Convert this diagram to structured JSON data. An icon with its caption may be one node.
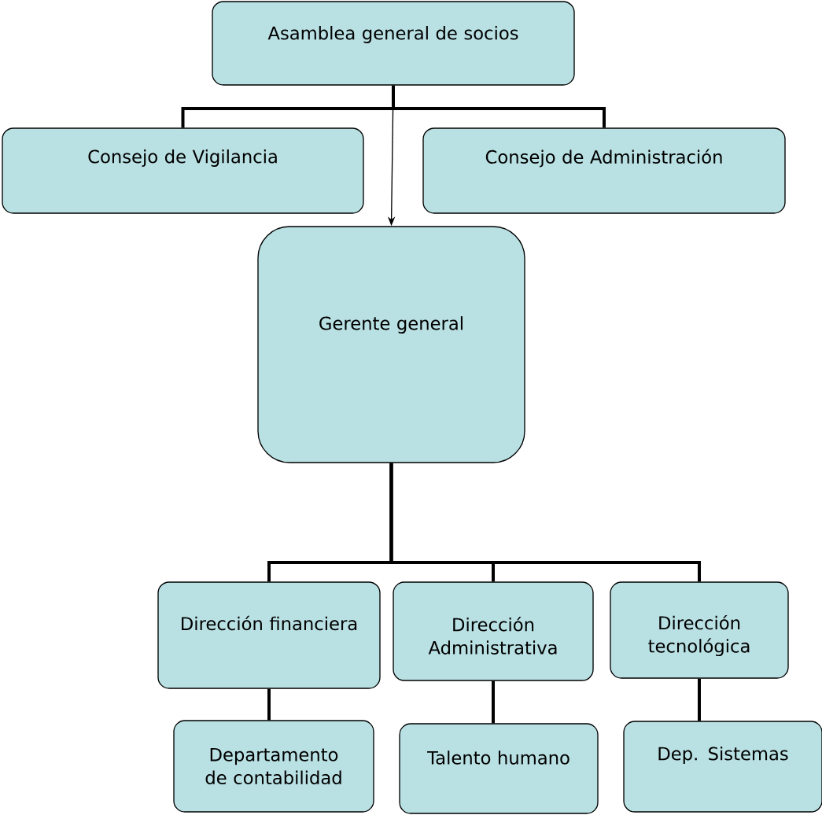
{
  "diagram": {
    "nodes": [
      {
        "text": [
          "Asamblea general de socios"
        ]
      },
      {
        "text": [
          "Consejo de Vigilancia"
        ]
      },
      {
        "text": [
          "Consejo de Administración"
        ]
      },
      {
        "text": [
          "Gerente general"
        ]
      },
      {
        "text": [
          "Dirección financiera"
        ]
      },
      {
        "text": [
          "Dirección Administrativa"
        ]
      },
      {
        "text": [
          "Dirección tecnológica"
        ]
      },
      {
        "text": [
          "Departamento de contabilidad"
        ]
      },
      {
        "text": [
          "Talento humano"
        ]
      },
      {
        "text": [
          "Dep. Sistemas"
        ]
      }
    ],
    "edges": [
      {
        "from": 0,
        "to": 1,
        "arrow": "none"
      },
      {
        "from": 0,
        "to": 2,
        "arrow": "none"
      },
      {
        "from": 0,
        "to": 3,
        "arrow": "to"
      },
      {
        "from": 3,
        "to": 4,
        "arrow": "none"
      },
      {
        "from": 3,
        "to": 5,
        "arrow": "none"
      },
      {
        "from": 3,
        "to": 6,
        "arrow": "none"
      },
      {
        "from": 4,
        "to": 7,
        "arrow": "none"
      },
      {
        "from": 5,
        "to": 8,
        "arrow": "none"
      },
      {
        "from": 6,
        "to": 9,
        "arrow": "none"
      }
    ]
  }
}
